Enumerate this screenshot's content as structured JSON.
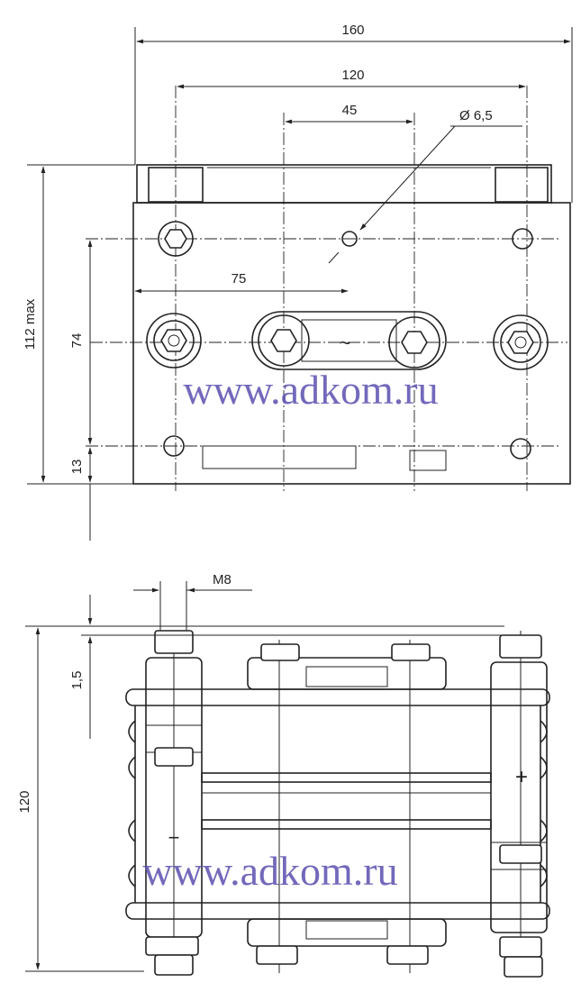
{
  "dimensions": {
    "width_overall": "160",
    "mount_span": "120",
    "center_span": "45",
    "hole_diameter": "Ø 6,5",
    "offset_75": "75",
    "height_max": "112 max",
    "height_74": "74",
    "height_13": "13",
    "thread": "M8",
    "gap": "1,5",
    "height_side": "120"
  },
  "symbols": {
    "ac": "~",
    "plus": "+",
    "minus": "−"
  },
  "watermark": {
    "top": "www.adkom.ru",
    "bottom": "www.adkom.ru"
  },
  "colors": {
    "ink": "#222222",
    "watermark": "#5a4fb0"
  }
}
